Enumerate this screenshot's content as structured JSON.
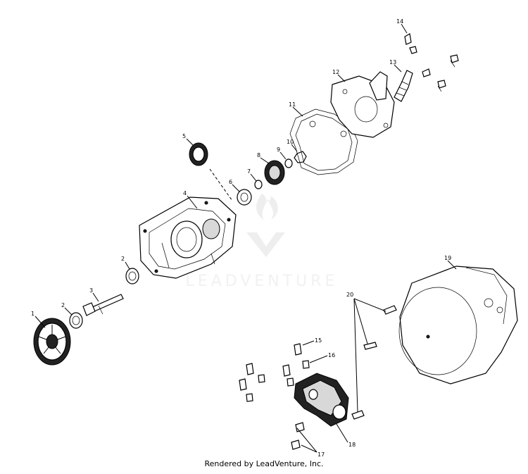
{
  "callouts": [
    "1",
    "2",
    "2",
    "3",
    "4",
    "5",
    "6",
    "7",
    "8",
    "9",
    "10",
    "11",
    "12",
    "13",
    "14",
    "15",
    "16",
    "17",
    "18",
    "19",
    "20"
  ],
  "watermark": "LEADVENTURE",
  "footer": "Rendered by LeadVenture, Inc."
}
